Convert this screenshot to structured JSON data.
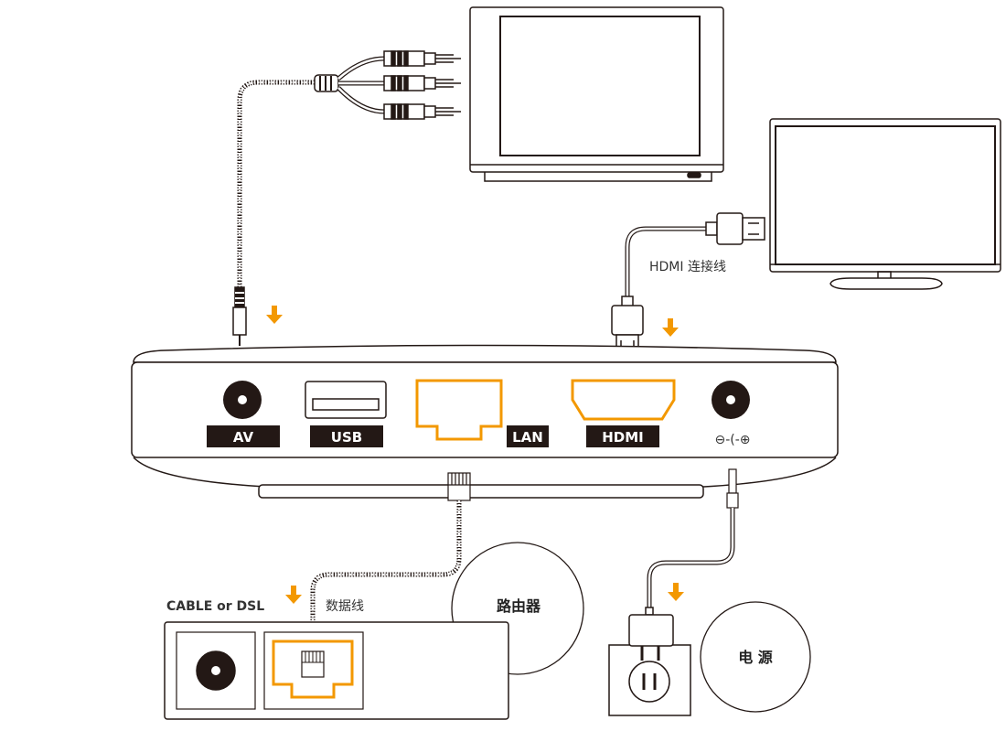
{
  "colors": {
    "accent": "#f39800",
    "outline": "#231815",
    "plate": "#231815",
    "cable_gray": "#8a8a8a"
  },
  "ports": {
    "av": "AV",
    "usb": "USB",
    "lan": "LAN",
    "hdmi": "HDMI",
    "power_symbol": "⊖-(-⊕"
  },
  "labels": {
    "hdmi_cable": "HDMI 连接线",
    "data_cable": "数据线",
    "cable_or_dsl": "CABLE or DSL",
    "router": "路由器",
    "power": "电 源"
  },
  "icons": [
    "arrow-down-icon",
    "rca-plug-icon",
    "hdmi-plug-icon",
    "rj45-plug-icon",
    "power-adapter-icon",
    "wall-socket-icon"
  ]
}
